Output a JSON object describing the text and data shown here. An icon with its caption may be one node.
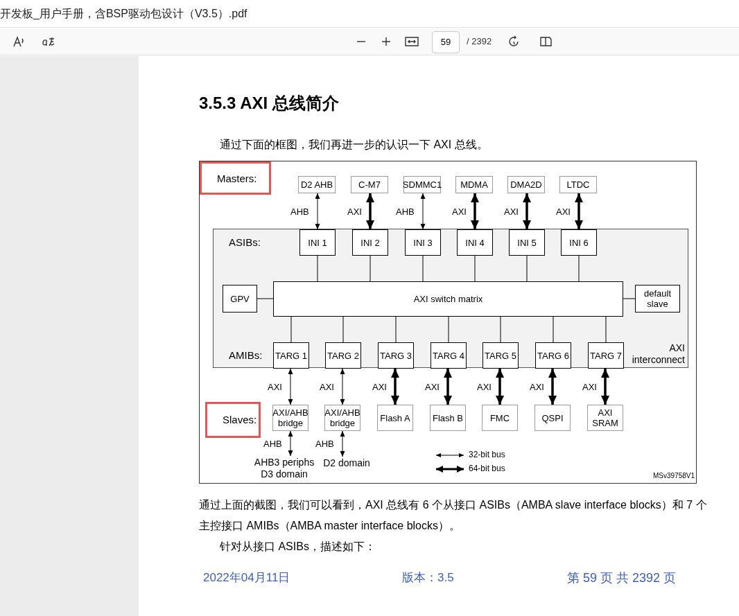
{
  "diagram": {
    "title": "3.5.3  AXI 总线简介",
    "nodes": [
      {
        "text": [
          "D2 AHB"
        ]
      },
      {
        "text": [
          "C-M7"
        ]
      },
      {
        "text": [
          "SDMMC1"
        ]
      },
      {
        "text": [
          "MDMA"
        ]
      },
      {
        "text": [
          "DMA2D"
        ]
      },
      {
        "text": [
          "LTDC"
        ]
      },
      {
        "text": [
          "AXI interconnect"
        ]
      },
      {
        "text": [
          "INI 1"
        ],
        "in": 6
      },
      {
        "text": [
          "INI 2"
        ],
        "in": 6
      },
      {
        "text": [
          "INI 3"
        ],
        "in": 6
      },
      {
        "text": [
          "INI 4"
        ],
        "in": 6
      },
      {
        "text": [
          "INI 5"
        ],
        "in": 6
      },
      {
        "text": [
          "INI 6"
        ],
        "in": 6
      },
      {
        "text": [
          "GPV"
        ],
        "in": 6
      },
      {
        "text": [
          "AXI switch matrix"
        ],
        "in": 6
      },
      {
        "text": [
          "default slave"
        ],
        "in": 6
      },
      {
        "text": [
          "TARG 1"
        ],
        "in": 6
      },
      {
        "text": [
          "TARG 2"
        ],
        "in": 6
      },
      {
        "text": [
          "TARG 3"
        ],
        "in": 6
      },
      {
        "text": [
          "TARG 4"
        ],
        "in": 6
      },
      {
        "text": [
          "TARG 5"
        ],
        "in": 6
      },
      {
        "text": [
          "TARG 6"
        ],
        "in": 6
      },
      {
        "text": [
          "TARG 7"
        ],
        "in": 6
      },
      {
        "text": [
          "AXI/AHB bridge"
        ]
      },
      {
        "text": [
          "AXI/AHB bridge"
        ]
      },
      {
        "text": [
          "Flash A"
        ]
      },
      {
        "text": [
          "Flash B"
        ]
      },
      {
        "text": [
          "FMC"
        ]
      },
      {
        "text": [
          "QSPI"
        ]
      },
      {
        "text": [
          "AXI SRAM"
        ]
      },
      {
        "text": [
          "AHB3 periphs D3 domain"
        ]
      },
      {
        "text": [
          "D2 domain"
        ]
      }
    ],
    "edges": [
      {
        "from": 0,
        "to": 7,
        "arrow": "both",
        "label": "AHB"
      },
      {
        "from": 1,
        "to": 8,
        "arrow": "both",
        "label": "AXI",
        "style": "thick"
      },
      {
        "from": 2,
        "to": 9,
        "arrow": "both",
        "label": "AHB"
      },
      {
        "from": 3,
        "to": 10,
        "arrow": "both",
        "label": "AXI",
        "style": "thick"
      },
      {
        "from": 4,
        "to": 11,
        "arrow": "both",
        "label": "AXI",
        "style": "thick"
      },
      {
        "from": 5,
        "to": 12,
        "arrow": "both",
        "label": "AXI",
        "style": "thick"
      },
      {
        "from": 7,
        "to": 14,
        "arrow": "none"
      },
      {
        "from": 8,
        "to": 14,
        "arrow": "none"
      },
      {
        "from": 9,
        "to": 14,
        "arrow": "none"
      },
      {
        "from": 10,
        "to": 14,
        "arrow": "none"
      },
      {
        "from": 11,
        "to": 14,
        "arrow": "none"
      },
      {
        "from": 12,
        "to": 14,
        "arrow": "none"
      },
      {
        "from": 13,
        "to": 14,
        "arrow": "none"
      },
      {
        "from": 14,
        "to": 15,
        "arrow": "none"
      },
      {
        "from": 14,
        "to": 16,
        "arrow": "none"
      },
      {
        "from": 14,
        "to": 17,
        "arrow": "none"
      },
      {
        "from": 14,
        "to": 18,
        "arrow": "none"
      },
      {
        "from": 14,
        "to": 19,
        "arrow": "none"
      },
      {
        "from": 14,
        "to": 20,
        "arrow": "none"
      },
      {
        "from": 14,
        "to": 21,
        "arrow": "none"
      },
      {
        "from": 14,
        "to": 22,
        "arrow": "none"
      },
      {
        "from": 16,
        "to": 23,
        "arrow": "both",
        "label": "AXI"
      },
      {
        "from": 17,
        "to": 24,
        "arrow": "both",
        "label": "AXI"
      },
      {
        "from": 18,
        "to": 25,
        "arrow": "both",
        "label": "AXI",
        "style": "thick"
      },
      {
        "from": 19,
        "to": 26,
        "arrow": "both",
        "label": "AXI",
        "style": "thick"
      },
      {
        "from": 20,
        "to": 27,
        "arrow": "both",
        "label": "AXI",
        "style": "thick"
      },
      {
        "from": 21,
        "to": 28,
        "arrow": "both",
        "label": "AXI",
        "style": "thick"
      },
      {
        "from": 22,
        "to": 29,
        "arrow": "both",
        "label": "AXI",
        "style": "thick"
      },
      {
        "from": 23,
        "to": 30,
        "arrow": "both",
        "label": "AHB"
      },
      {
        "from": 24,
        "to": 31,
        "arrow": "both",
        "label": "AHB"
      }
    ],
    "labels": [
      "开发板_用户手册，含BSP驱动包设计（V3.5）.pdf",
      "59",
      "/ 2392",
      "通过下面的框图，我们再进一步的认识一下 AXI 总线。",
      "Masters:",
      "ASIBs:",
      "AMIBs:",
      "Slaves:",
      "MSv39758V1",
      "通过上面的截图，我们可以看到，AXI 总线有 6 个从接口 ASIBs（AMBA slave interface blocks）和 7 个主控接口 AMIBs（AMBA master interface blocks）。",
      "针对从接口 ASIBs，描述如下：",
      "2022年04月11日",
      "版本：3.5",
      "第 59 页 共 2392 页"
    ],
    "legend": [
      {
        "text": "32-bit bus"
      },
      {
        "text": "64-bit bus"
      }
    ]
  }
}
